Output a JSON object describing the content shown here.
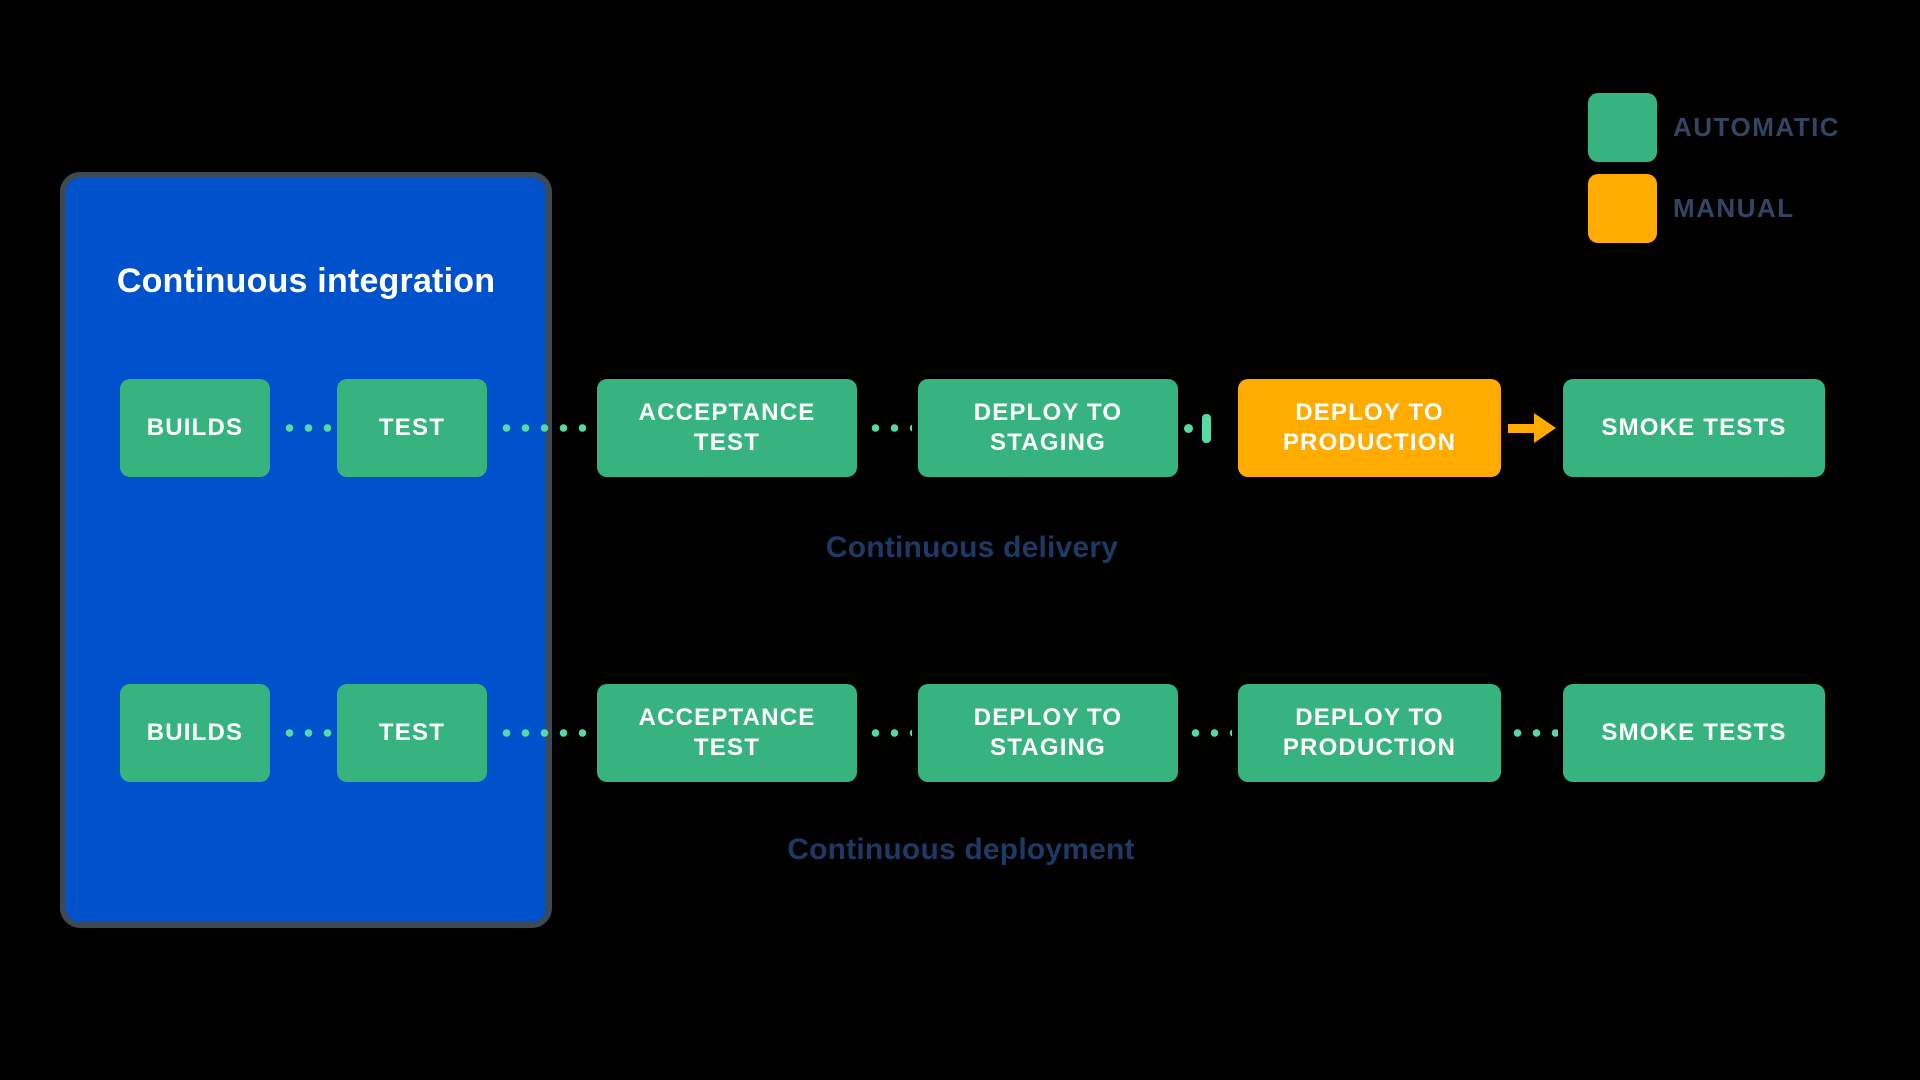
{
  "diagram": {
    "title": "Continuous integration",
    "background_color": "#000000",
    "colors": {
      "automatic_green": "#36B37E",
      "manual_orange": "#FFAB00",
      "ci_box_blue": "#0052CC",
      "ci_box_outline": "#3D4A56",
      "connector_dot_green": "#57D9A3",
      "caption_navy": "#1E3A64",
      "legend_text_navy": "#344563",
      "step_text_white": "#FFFFFF"
    }
  },
  "ci_box": {
    "title": "Continuous integration"
  },
  "legend": {
    "items": [
      {
        "label": "AUTOMATIC",
        "color": "#36B37E",
        "icon": "green-square-swatch"
      },
      {
        "label": "MANUAL",
        "color": "#FFAB00",
        "icon": "orange-square-swatch"
      }
    ]
  },
  "pipelines": [
    {
      "caption": "Continuous delivery",
      "steps": [
        {
          "label": "BUILDS",
          "mode": "automatic"
        },
        {
          "label": "TEST",
          "mode": "automatic"
        },
        {
          "label": "ACCEPTANCE TEST",
          "mode": "automatic"
        },
        {
          "label": "DEPLOY TO STAGING",
          "mode": "automatic"
        },
        {
          "label": "DEPLOY TO PRODUCTION",
          "mode": "manual"
        },
        {
          "label": "SMOKE TESTS",
          "mode": "automatic"
        }
      ],
      "connectors": [
        "dotted",
        "dotted",
        "dotted",
        "dot-with-manual-gate-bar",
        "orange-arrow"
      ]
    },
    {
      "caption": "Continuous deployment",
      "steps": [
        {
          "label": "BUILDS",
          "mode": "automatic"
        },
        {
          "label": "TEST",
          "mode": "automatic"
        },
        {
          "label": "ACCEPTANCE TEST",
          "mode": "automatic"
        },
        {
          "label": "DEPLOY TO STAGING",
          "mode": "automatic"
        },
        {
          "label": "DEPLOY TO PRODUCTION",
          "mode": "automatic"
        },
        {
          "label": "SMOKE TESTS",
          "mode": "automatic"
        }
      ],
      "connectors": [
        "dotted",
        "dotted",
        "dotted",
        "dotted",
        "dotted"
      ]
    }
  ]
}
